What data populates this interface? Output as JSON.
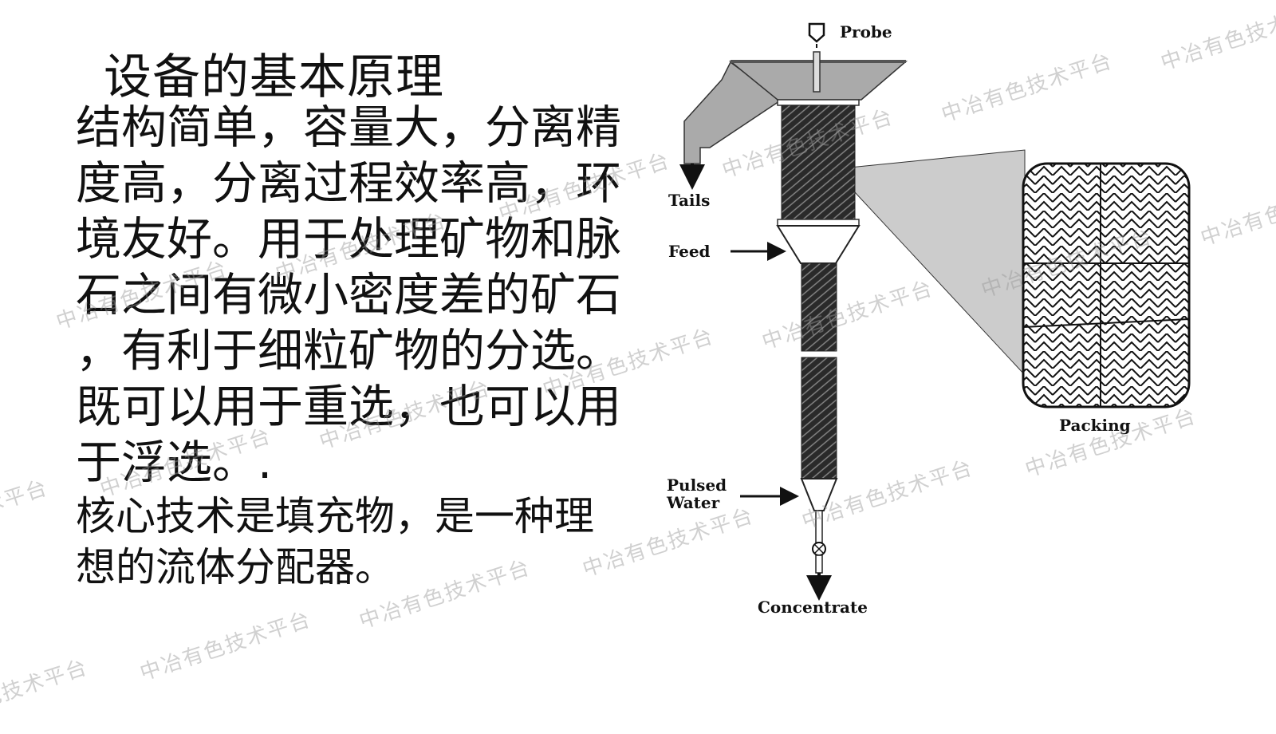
{
  "slide": {
    "title": "设备的基本原理",
    "body_lines": [
      "结构简单，容量大，分离精",
      "度高，分离过程效率高，环",
      "境友好。用于处理矿物和脉",
      "石之间有微小密度差的矿石",
      "，有利于细粒矿物的分选。",
      "既可以用于重选，也可以用",
      "于浮选。."
    ],
    "body_lines_small": [
      "核心技术是填充物，是一种理",
      "想的流体分配器。"
    ]
  },
  "diagram": {
    "labels": {
      "probe": "Probe",
      "tails": "Tails",
      "feed": "Feed",
      "pulsed": "Pulsed",
      "water": "Water",
      "concentrate": "Concentrate",
      "packing": "Packing"
    }
  },
  "watermark": "中冶有色技术平台"
}
